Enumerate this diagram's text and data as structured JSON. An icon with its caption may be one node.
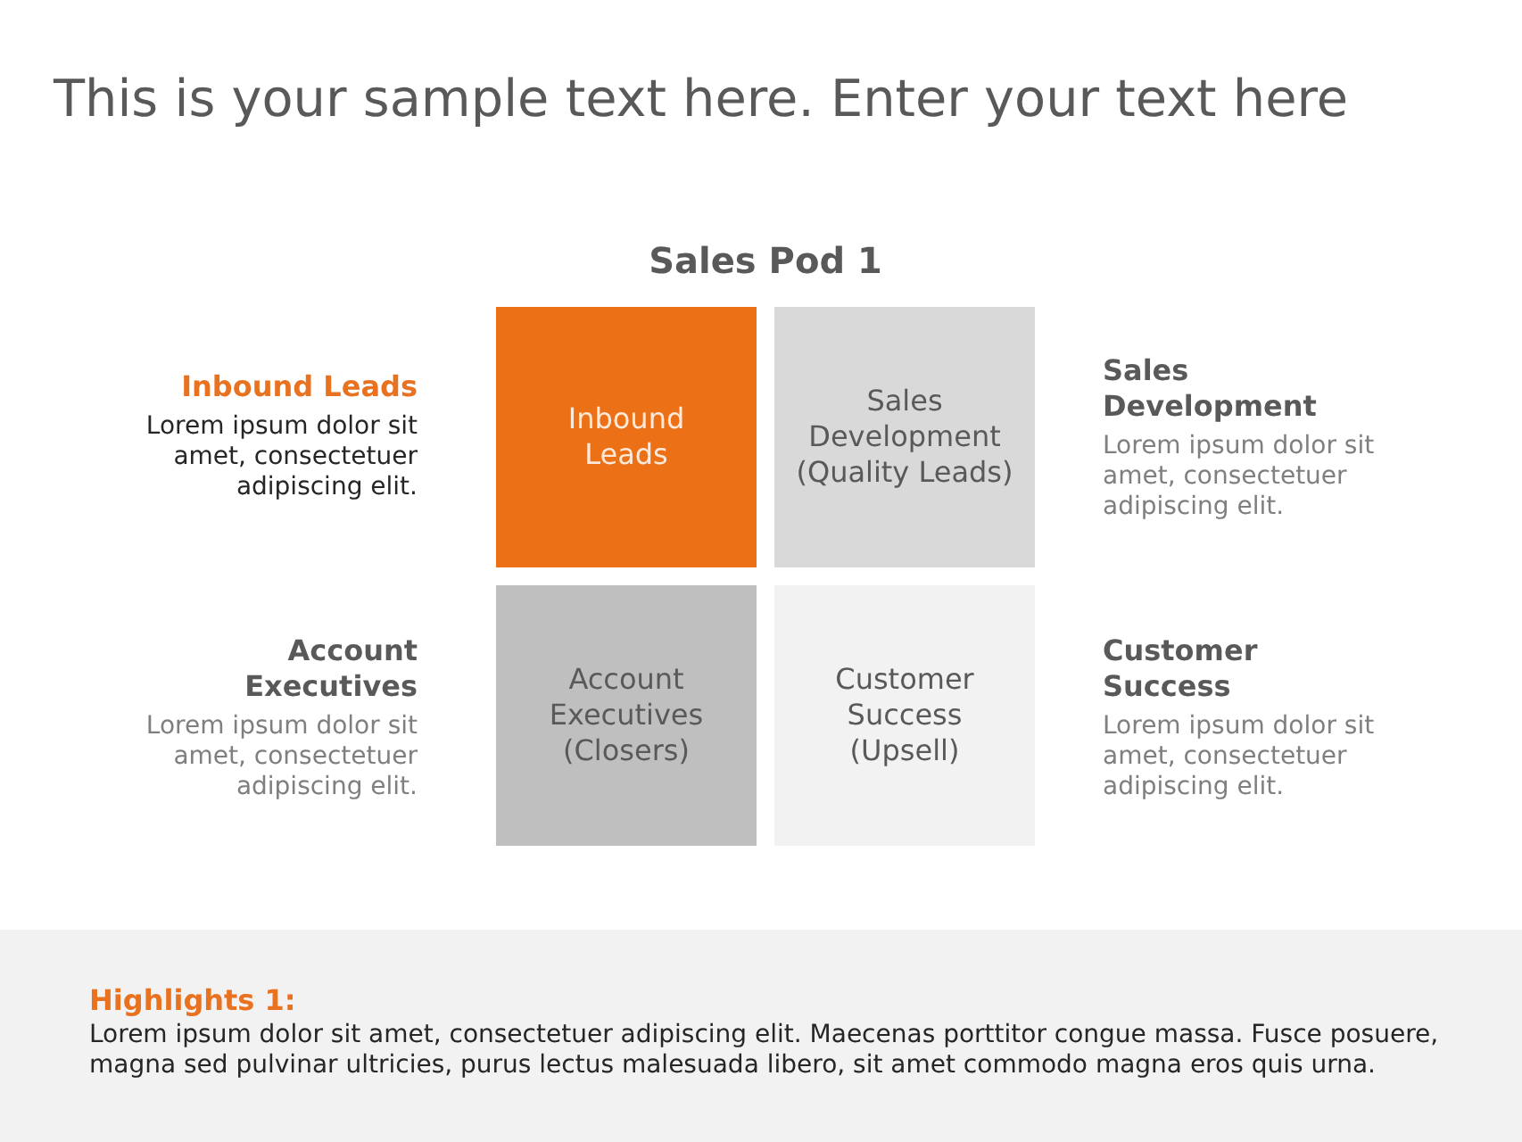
{
  "diagram": {
    "title": "This is your sample text here. Enter your text here",
    "nodes": [
      {
        "text": [
          "Inbound Leads"
        ],
        "beside": [
          "Inbound Leads",
          "Lorem ipsum dolor sit amet, consectetuer adipiscing elit."
        ]
      },
      {
        "text": [
          "Sales Development (Quality Leads)"
        ],
        "beside": [
          "Sales Development",
          "Lorem ipsum dolor sit amet, consectetuer adipiscing elit."
        ]
      },
      {
        "text": [
          "Account Executives (Closers)"
        ],
        "beside": [
          "Account Executives",
          "Lorem ipsum dolor sit amet, consectetuer adipiscing elit."
        ]
      },
      {
        "text": [
          "Customer Success (Upsell)"
        ],
        "beside": [
          "Customer Success",
          "Lorem ipsum dolor sit amet, consectetuer adipiscing elit."
        ]
      },
      {
        "text": [
          "Highlights 1:",
          "Lorem ipsum dolor sit amet, consectetuer adipiscing elit. Maecenas porttitor congue massa. Fusce posuere, magna sed pulvinar ultricies, purus lectus malesuada libero, sit amet commodo magna eros quis urna."
        ]
      }
    ],
    "labels": [
      "Sales Pod 1"
    ]
  }
}
